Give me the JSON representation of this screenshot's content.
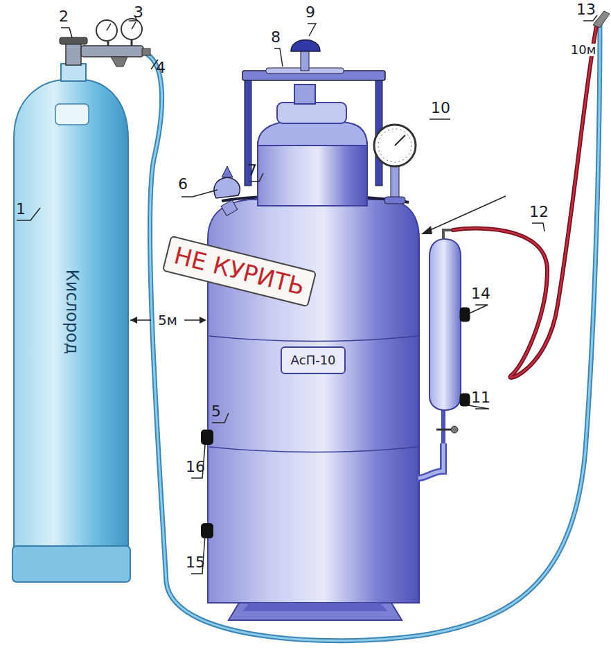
{
  "diagram": {
    "nodes": [
      {
        "text": [
          "НЕ КУРИТЬ"
        ]
      },
      {
        "text": [
          "АсП-10"
        ]
      }
    ],
    "labels": [
      "1",
      "2",
      "3",
      "4",
      "5",
      "6",
      "7",
      "8",
      "9",
      "10",
      "11",
      "12",
      "13",
      "14",
      "15",
      "16",
      "Кислород",
      "5м",
      "10м"
    ]
  }
}
